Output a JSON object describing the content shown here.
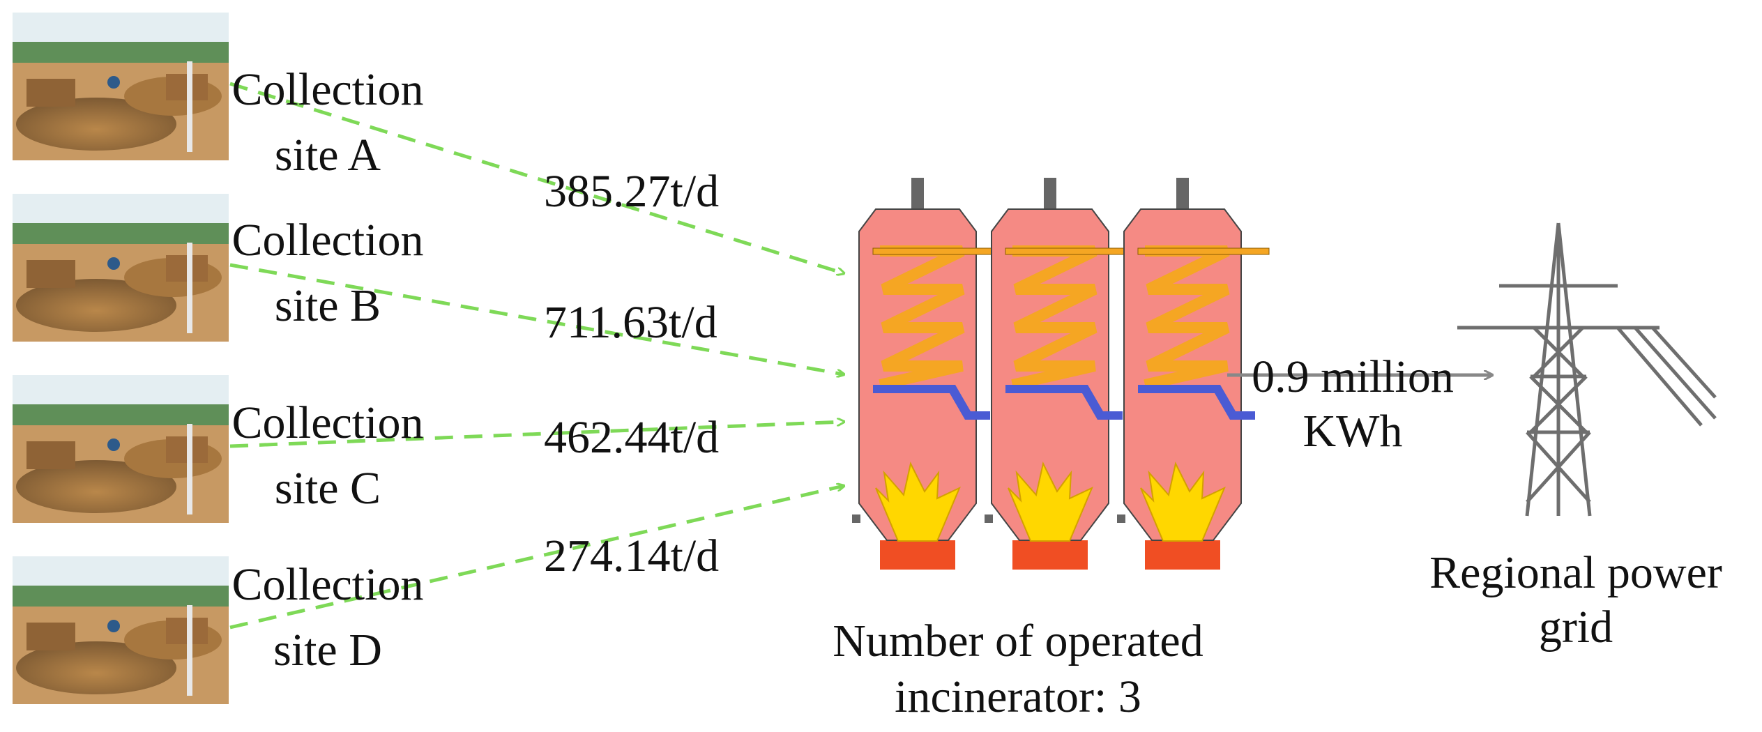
{
  "sites": [
    {
      "label_line1": "Collection",
      "label_line2": "site A",
      "flow": "385.27t/d"
    },
    {
      "label_line1": "Collection",
      "label_line2": "site B",
      "flow": "711.63t/d"
    },
    {
      "label_line1": "Collection",
      "label_line2": "site C",
      "flow": "462.44t/d"
    },
    {
      "label_line1": "Collection",
      "label_line2": "site D",
      "flow": "274.14t/d"
    }
  ],
  "incinerator": {
    "caption_line1": "Number of operated",
    "caption_line2": "incinerator: 3",
    "count": 3
  },
  "output": {
    "line1": "0.9 million",
    "line2": "KWh"
  },
  "grid": {
    "line1": "Regional power",
    "line2": "grid"
  },
  "colors": {
    "flow_arrow": "#7ed957",
    "incinerator_body": "#f58a84",
    "coil": "#f5a623",
    "flame": "#ffd700",
    "plate": "#4a5bd4",
    "base": "#f04e23",
    "output_arrow": "#888888"
  }
}
